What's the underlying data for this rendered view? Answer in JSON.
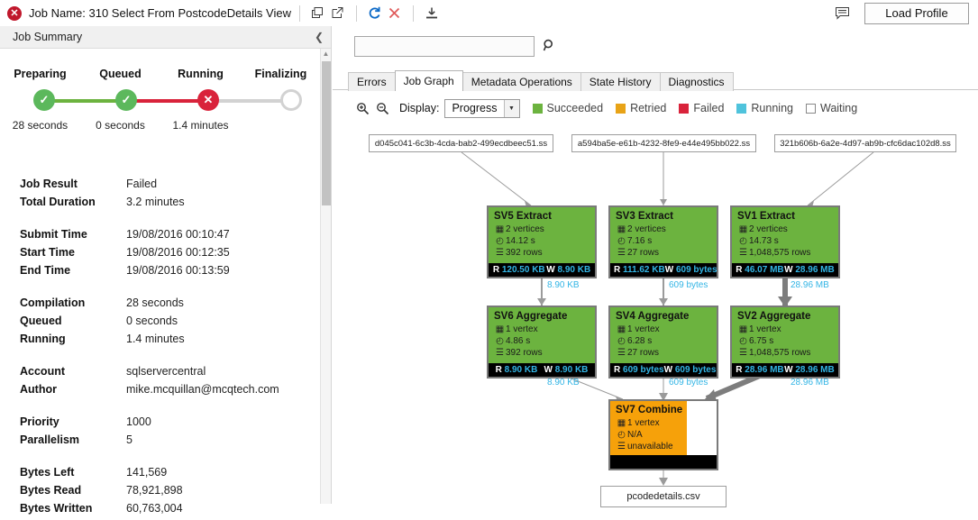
{
  "titlebar": {
    "status_icon": "error-circle-icon",
    "job_name_label": "Job Name:",
    "job_name": "310 Select From PostcodeDetails View",
    "icons": [
      "duplicate-icon",
      "open-external-icon",
      "refresh-icon",
      "cancel-icon",
      "download-icon"
    ],
    "comment_icon": "comment-icon",
    "load_profile_label": "Load Profile"
  },
  "left_panel": {
    "header": "Job Summary",
    "collapse_icon": "chevron-left-icon",
    "tracker": {
      "stages": [
        {
          "label": "Preparing",
          "time": "28 seconds",
          "state": "ok"
        },
        {
          "label": "Queued",
          "time": "0 seconds",
          "state": "ok"
        },
        {
          "label": "Running",
          "time": "1.4 minutes",
          "state": "fail"
        },
        {
          "label": "Finalizing",
          "time": "",
          "state": "idle"
        }
      ]
    },
    "details": [
      {
        "key": "Job Result",
        "value": "Failed"
      },
      {
        "key": "Total Duration",
        "value": "3.2 minutes"
      },
      {
        "key": "Submit Time",
        "value": "19/08/2016 00:10:47"
      },
      {
        "key": "Start Time",
        "value": "19/08/2016 00:12:35"
      },
      {
        "key": "End Time",
        "value": "19/08/2016 00:13:59"
      },
      {
        "key": "Compilation",
        "value": "28 seconds"
      },
      {
        "key": "Queued",
        "value": "0 seconds"
      },
      {
        "key": "Running",
        "value": "1.4 minutes"
      },
      {
        "key": "Account",
        "value": "sqlservercentral"
      },
      {
        "key": "Author",
        "value": "mike.mcquillan@mcqtech.com"
      },
      {
        "key": "Priority",
        "value": "1000"
      },
      {
        "key": "Parallelism",
        "value": "5"
      },
      {
        "key": "Bytes Left",
        "value": "141,569"
      },
      {
        "key": "Bytes Read",
        "value": "78,921,898"
      },
      {
        "key": "Bytes Written",
        "value": "60,763,004"
      }
    ]
  },
  "right_panel": {
    "search": {
      "value": "",
      "placeholder": "",
      "icon": "search-icon"
    },
    "tabs": [
      {
        "label": "Errors",
        "active": false
      },
      {
        "label": "Job Graph",
        "active": true
      },
      {
        "label": "Metadata Operations",
        "active": false
      },
      {
        "label": "State History",
        "active": false
      },
      {
        "label": "Diagnostics",
        "active": false
      }
    ],
    "toolbar": {
      "zoom_in_icon": "zoom-in-icon",
      "zoom_out_icon": "zoom-out-icon",
      "display_label": "Display:",
      "display_value": "Progress",
      "dropdown_icon": "chevron-down-icon",
      "legend": [
        {
          "label": "Succeeded",
          "color": "#6cb33f"
        },
        {
          "label": "Retried",
          "color": "#e8a317"
        },
        {
          "label": "Failed",
          "color": "#d9233b"
        },
        {
          "label": "Running",
          "color": "#4fc3dc"
        },
        {
          "label": "Waiting",
          "color": "#ffffff"
        }
      ]
    }
  },
  "graph": {
    "sources": [
      "d045c041-6c3b-4cda-bab2-499ecdbeec51.ss",
      "a594ba5e-e61b-4232-8fe9-e44e495bb022.ss",
      "321b606b-6a2e-4d97-ab9b-cfc6dac102d8.ss"
    ],
    "nodes": [
      {
        "title": "SV5 Extract",
        "vertices": "2 vertices",
        "time": "14.12 s",
        "rows": "392 rows",
        "read": "120.50 KB",
        "write": "8.90 KB"
      },
      {
        "title": "SV3 Extract",
        "vertices": "2 vertices",
        "time": "7.16 s",
        "rows": "27 rows",
        "read": "111.62 KB",
        "write": "609 bytes"
      },
      {
        "title": "SV1 Extract",
        "vertices": "2 vertices",
        "time": "14.73 s",
        "rows": "1,048,575 rows",
        "read": "46.07 MB",
        "write": "28.96 MB"
      },
      {
        "title": "SV6 Aggregate",
        "vertices": "1 vertex",
        "time": "4.86 s",
        "rows": "392 rows",
        "read": "8.90 KB",
        "write": "8.90 KB"
      },
      {
        "title": "SV4 Aggregate",
        "vertices": "1 vertex",
        "time": "6.28 s",
        "rows": "27 rows",
        "read": "609 bytes",
        "write": "609 bytes"
      },
      {
        "title": "SV2 Aggregate",
        "vertices": "1 vertex",
        "time": "6.75 s",
        "rows": "1,048,575 rows",
        "read": "28.96 MB",
        "write": "28.96 MB"
      }
    ],
    "combine": {
      "title": "SV7 Combine",
      "vertices": "1 vertex",
      "time": "N/A",
      "rows": "unavailable",
      "read": "",
      "write": ""
    },
    "edge_labels_upper": [
      "8.90 KB",
      "609 bytes",
      "28.96 MB"
    ],
    "edge_labels_lower": [
      "8.90 KB",
      "609 bytes",
      "28.96 MB"
    ],
    "output_file": "pcodedetails.csv",
    "read_prefix": "R",
    "write_prefix": "W"
  }
}
